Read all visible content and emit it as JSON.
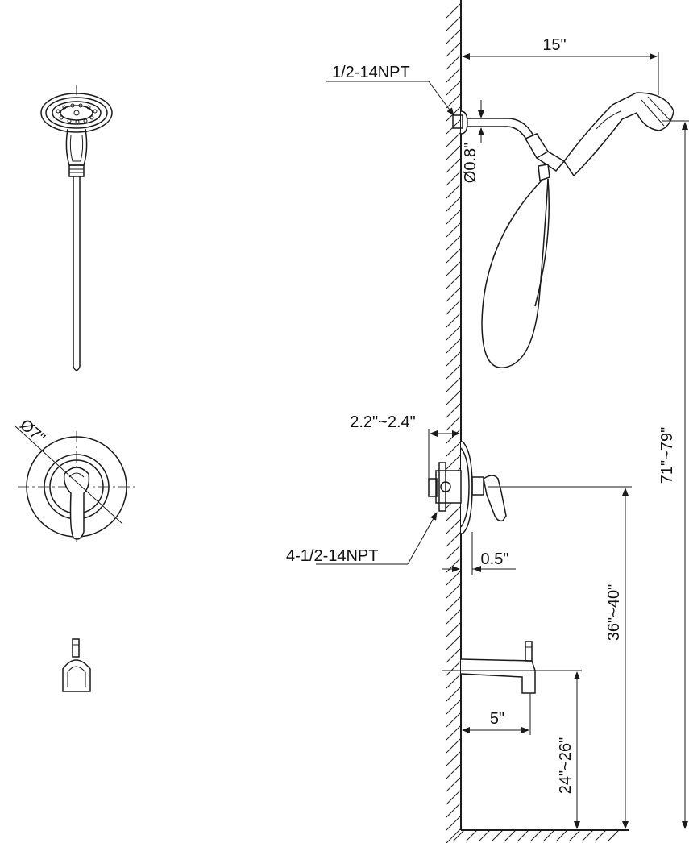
{
  "labels": {
    "shower_arm_length": "15\"",
    "inlet_thread": "1/2-14NPT",
    "arm_diameter": "Ø0.8\"",
    "shower_height": "71\"~79\"",
    "valve_depth": "2.2\"~2.4\"",
    "valve_ports": "4-1/2-14NPT",
    "trim_offset": "0.5\"",
    "escutcheon_diameter": "Ø7\"",
    "valve_height": "36\"~40\"",
    "spout_length": "5\"",
    "spout_height": "24\"~26\""
  },
  "colors": {
    "line": "#1a1a1a",
    "background": "#ffffff"
  }
}
